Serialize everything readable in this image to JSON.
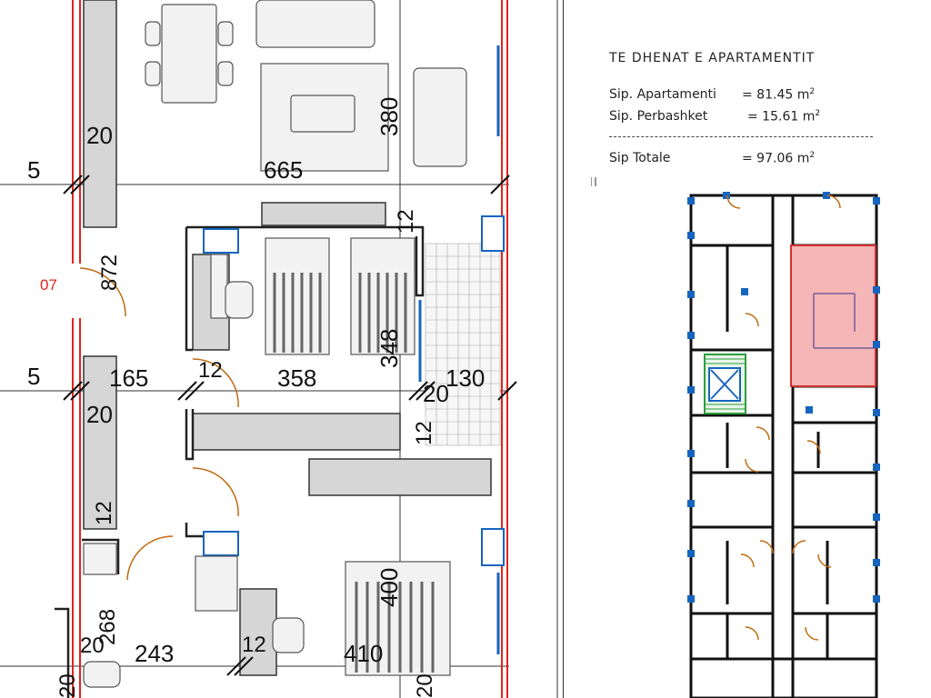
{
  "info": {
    "title": "TE DHENAT E APARTAMENTIT",
    "rows": [
      {
        "label": "Sip. Apartamenti",
        "value": "= 81.45 m",
        "unit": "2"
      },
      {
        "label": "Sip. Perbashket",
        "value": "= 15.61 m",
        "unit": "2"
      },
      {
        "label": "Sip Totale",
        "value": "= 97.06 m",
        "unit": "2"
      }
    ]
  },
  "plan": {
    "unit_label": "07",
    "dimensions": [
      "20",
      "5",
      "665",
      "380",
      "872",
      "12",
      "348",
      "358",
      "165",
      "130",
      "20",
      "5",
      "20",
      "12",
      "12",
      "268",
      "243",
      "12",
      "410",
      "400",
      "20",
      "20",
      "20"
    ]
  },
  "colors": {
    "wall_red": "#e2231a",
    "window_blue": "#1565c0",
    "highlight": "#f4b6b6",
    "highlight_border": "#d32f2f",
    "stair_green": "#2e9e3e",
    "door_orange": "#c06a10"
  }
}
